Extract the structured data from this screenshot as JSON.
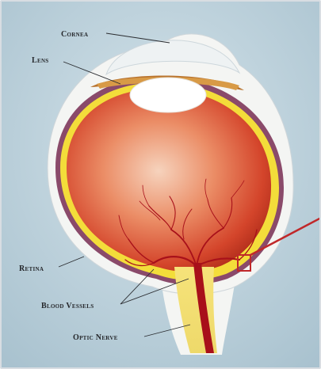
{
  "labels": {
    "cornea": "Cornea",
    "lens": "Lens",
    "retina": "Retina",
    "blood_vessels": "Blood Vessels",
    "optic_nerve": "Optic Nerve"
  },
  "colors": {
    "background": "#bcd2dc",
    "sclera": "#f4f5f3",
    "yellow_layer": "#f3dd3a",
    "choroid": "#8a4a6a",
    "vitreous": "#d9442a",
    "vessels": "#a8101a",
    "lens": "#ffffff",
    "pointer": "#c0282a"
  }
}
